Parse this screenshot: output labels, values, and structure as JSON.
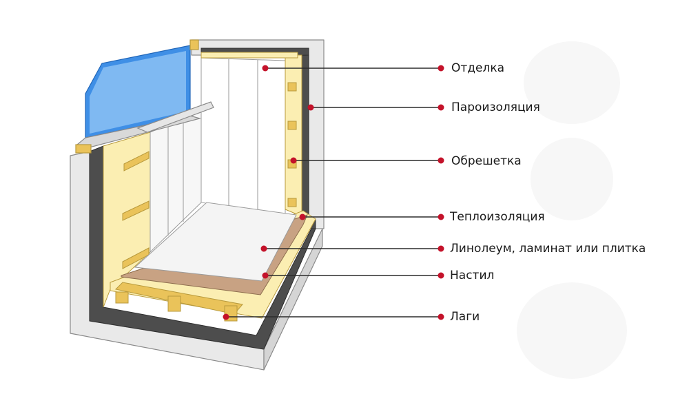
{
  "colors": {
    "glass": "#3f8fe6",
    "insulation": "#fbeeb2",
    "lath": "#eac35a",
    "vapor_barrier": "#4d4d4d",
    "finish_panel": "#ffffff",
    "decking": "#c8a283",
    "marker": "#c4122a",
    "outer_wall": "#e9e9e9"
  },
  "labels": [
    {
      "text": "Отделка"
    },
    {
      "text": "Пароизоляция"
    },
    {
      "text": "Обрешетка"
    },
    {
      "text": "Теплоизоляция"
    },
    {
      "text": "Линолеум, ламинат или плитка"
    },
    {
      "text": "Настил"
    },
    {
      "text": "Лаги"
    }
  ]
}
